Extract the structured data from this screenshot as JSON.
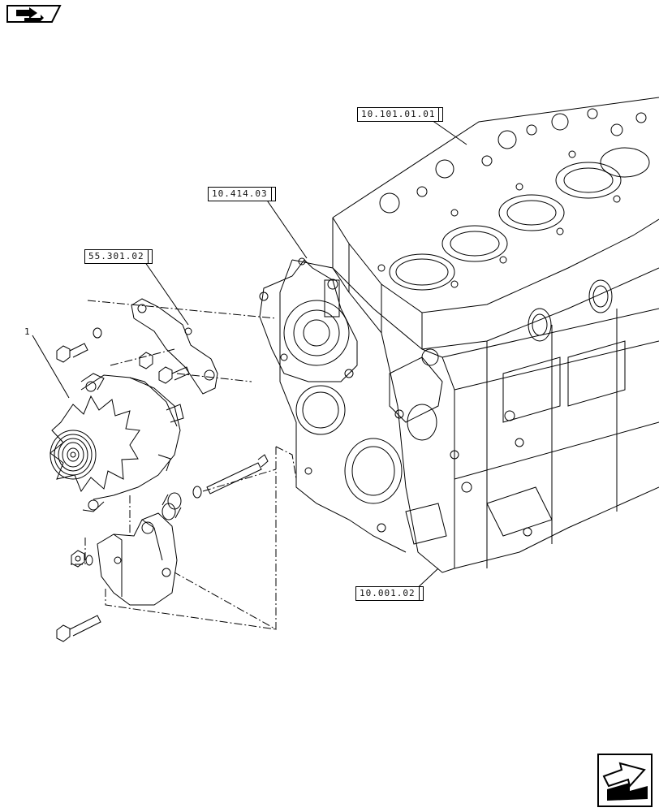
{
  "references": {
    "cylinder_head": "10.101.01.01",
    "water_pump": "10.414.03",
    "alternator_support": "55.301.02",
    "engine_block": "10.001.02"
  },
  "item_number": "1",
  "icons": {
    "top_left": "book-arrow-icon",
    "bottom_right": "next-page-arrow-icon"
  },
  "colors": {
    "line": "#000000",
    "background": "#ffffff"
  }
}
